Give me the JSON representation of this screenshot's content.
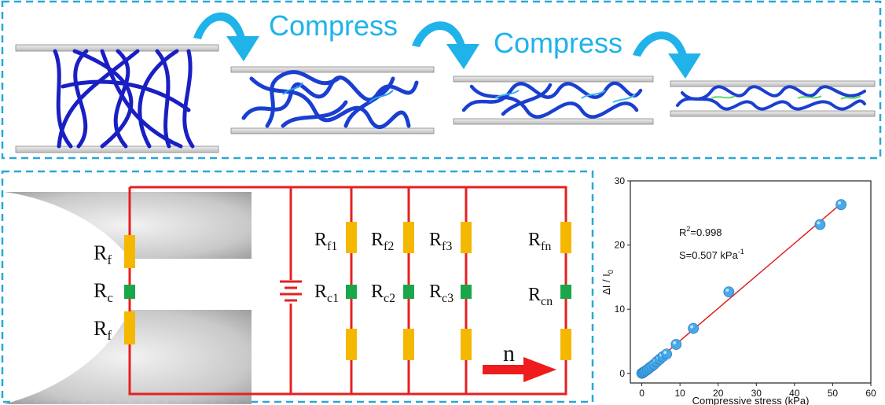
{
  "top_panel": {
    "labels": [
      "Compress",
      "Compress"
    ],
    "colors": {
      "border": "#2aa7d6",
      "arrow": "#1fb3ea",
      "fiber": "#1a1fc4",
      "plate": "#d4d4d4",
      "label": "#1fb3ea"
    }
  },
  "circuit": {
    "left_labels": [
      "R",
      "R",
      "R"
    ],
    "left_subs": [
      "f",
      "c",
      "f"
    ],
    "branch_labels": [
      {
        "f": "R",
        "f_sub": "f1",
        "c": "R",
        "c_sub": "c1"
      },
      {
        "f": "R",
        "f_sub": "f2",
        "c": "R",
        "c_sub": "c2"
      },
      {
        "f": "R",
        "f_sub": "f3",
        "c": "R",
        "c_sub": "c3"
      },
      {
        "f": "R",
        "f_sub": "fn",
        "c": "R",
        "c_sub": "cn"
      }
    ],
    "n_label": "n",
    "colors": {
      "wire": "#e62020",
      "resistor_f": "#f5b800",
      "resistor_c": "#1aa64a",
      "arrow": "#ee1c1c",
      "border": "#2aa7d6"
    }
  },
  "chart_data": {
    "type": "scatter",
    "xlabel": "Compressive stress (kPa)",
    "ylabel": "ΔI / I",
    "ylabel_sub": "0",
    "xlim": [
      -3,
      60
    ],
    "ylim": [
      -1.5,
      30
    ],
    "xticks": [
      0,
      10,
      20,
      30,
      40,
      50,
      60
    ],
    "yticks": [
      0,
      10,
      20,
      30
    ],
    "points": [
      {
        "x": 0,
        "y": 0
      },
      {
        "x": 0.3,
        "y": 0.1
      },
      {
        "x": 0.6,
        "y": 0.25
      },
      {
        "x": 1.0,
        "y": 0.4
      },
      {
        "x": 1.5,
        "y": 0.6
      },
      {
        "x": 2.0,
        "y": 0.85
      },
      {
        "x": 2.6,
        "y": 1.1
      },
      {
        "x": 3.2,
        "y": 1.4
      },
      {
        "x": 3.9,
        "y": 1.8
      },
      {
        "x": 4.7,
        "y": 2.2
      },
      {
        "x": 5.5,
        "y": 2.6
      },
      {
        "x": 6.5,
        "y": 3.0
      },
      {
        "x": 9.0,
        "y": 4.5
      },
      {
        "x": 13.5,
        "y": 7.0
      },
      {
        "x": 22.8,
        "y": 12.7
      },
      {
        "x": 46.7,
        "y": 23.2
      },
      {
        "x": 52.2,
        "y": 26.3
      }
    ],
    "fit": {
      "x": [
        0,
        52.5
      ],
      "y": [
        0,
        26.6
      ]
    },
    "annotations": [
      {
        "base": "R",
        "sup": "2",
        "rest": "=0.998"
      },
      {
        "base": "S=0.507 kPa",
        "sup": "-1",
        "rest": ""
      }
    ],
    "colors": {
      "point": "#3fa6e8",
      "fit": "#e02020"
    }
  }
}
